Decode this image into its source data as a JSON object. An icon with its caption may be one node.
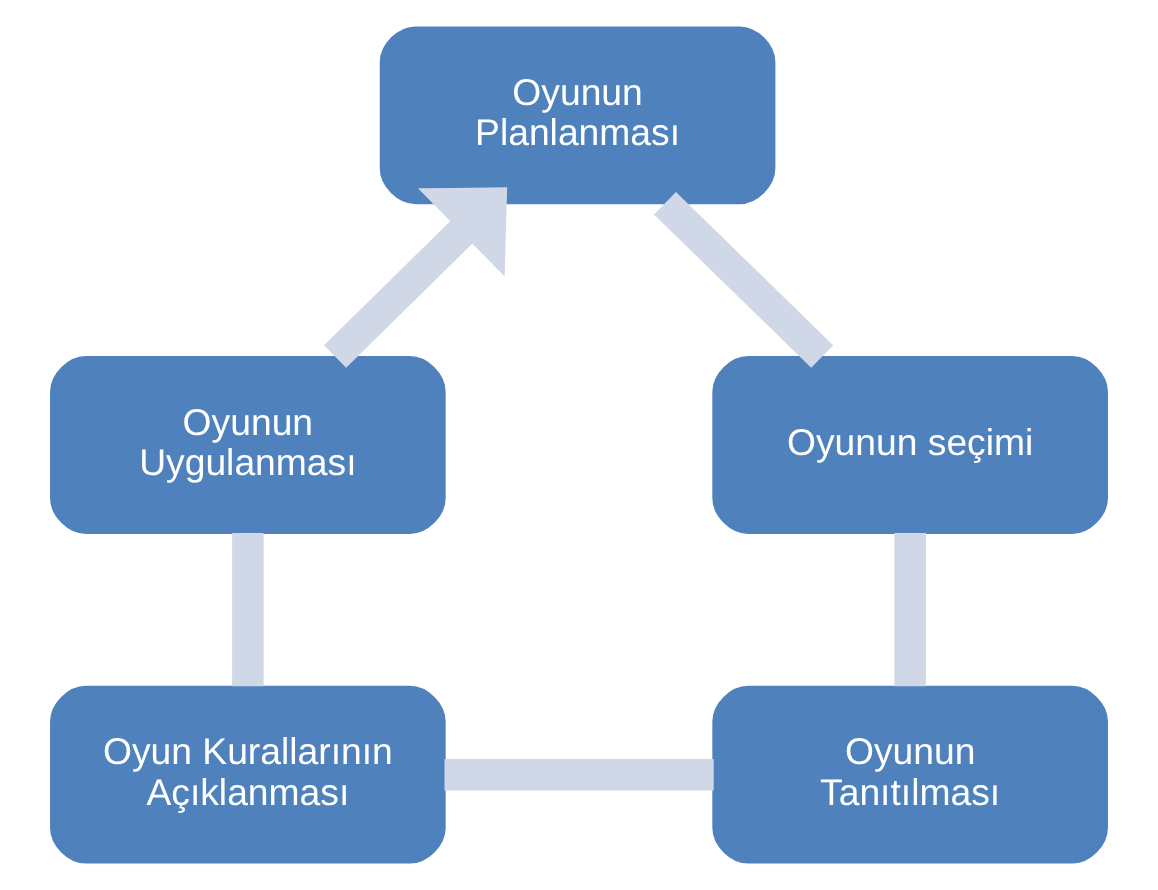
{
  "diagram": {
    "nodes": [
      {
        "text": [
          "Oyunun Planlanması"
        ]
      },
      {
        "text": [
          "Oyunun seçimi"
        ]
      },
      {
        "text": [
          "Oyunun Tanıtılması"
        ]
      },
      {
        "text": [
          "Oyun Kurallarının Açıklanması"
        ]
      },
      {
        "text": [
          "Oyunun Uygulanması"
        ]
      }
    ],
    "edges": [
      {
        "from": 0,
        "to": 1,
        "arrow": "none"
      },
      {
        "from": 1,
        "to": 2,
        "arrow": "none"
      },
      {
        "from": 2,
        "to": 3,
        "arrow": "none"
      },
      {
        "from": 3,
        "to": 4,
        "arrow": "none"
      },
      {
        "from": 4,
        "to": 0,
        "arrow": "to"
      }
    ]
  }
}
